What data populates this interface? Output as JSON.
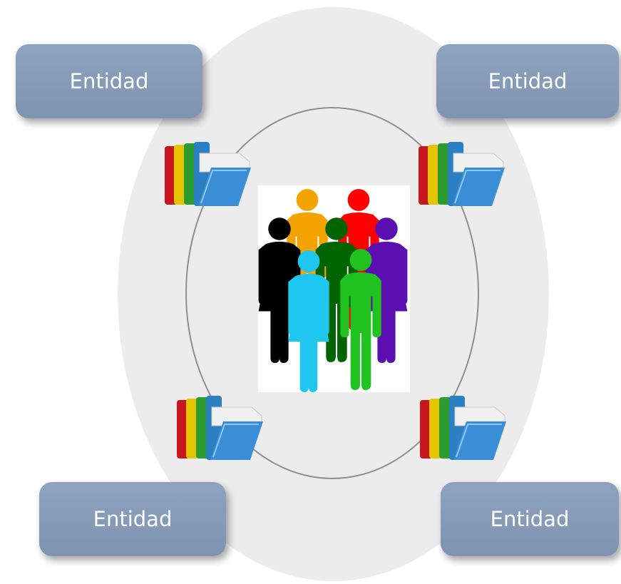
{
  "entities": {
    "top_left": "Entidad",
    "top_right": "Entidad",
    "bottom_left": "Entidad",
    "bottom_right": "Entidad"
  },
  "icons": {
    "folders": "folder-binders-icon",
    "center": "people-group-icon"
  },
  "colors": {
    "entity_box": "#8ea3bf",
    "outer_ellipse": "#ececec",
    "inner_ring": "#8f8f8f",
    "people": [
      "#000000",
      "#f5a300",
      "#ff0000",
      "#006400",
      "#5b0fb0",
      "#1ec6f0",
      "#1fc21f"
    ]
  }
}
